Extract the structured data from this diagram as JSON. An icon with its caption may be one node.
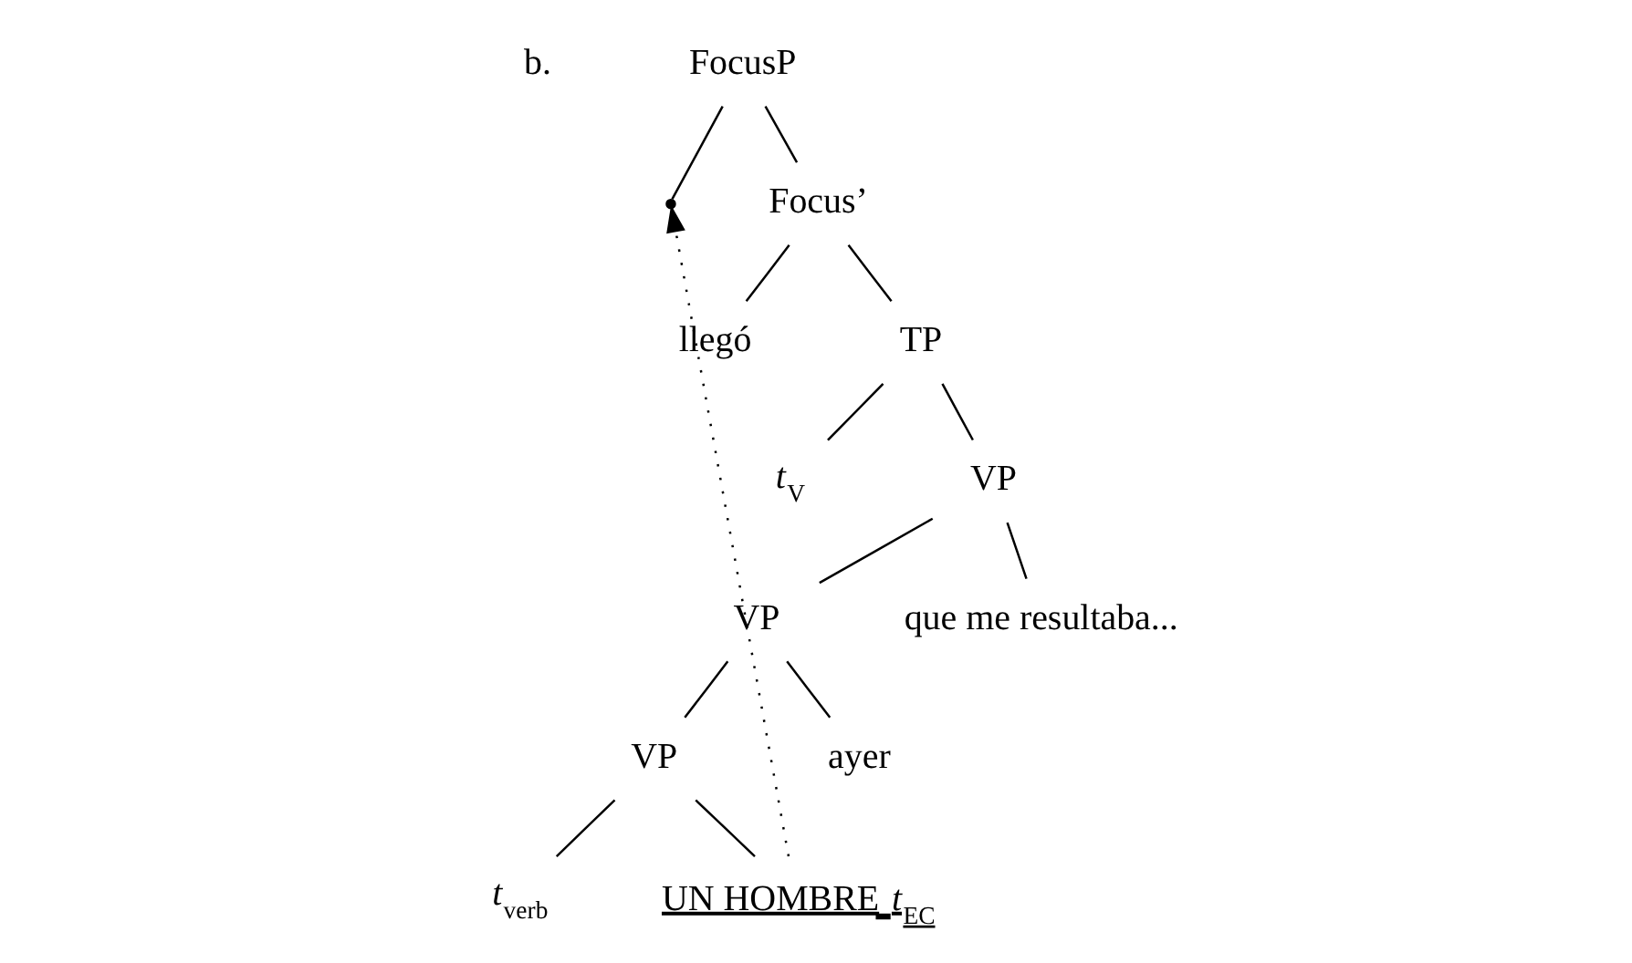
{
  "diagram": {
    "nodes": [
      {
        "text": [
          "FocusP"
        ]
      },
      {
        "text": [],
        "shape": "point"
      },
      {
        "text": [
          "Focus’"
        ]
      },
      {
        "text": [
          "llegó"
        ]
      },
      {
        "text": [
          "TP"
        ]
      },
      {
        "text": [
          "*t*$_{V}$"
        ]
      },
      {
        "text": [
          "VP"
        ]
      },
      {
        "text": [
          "VP"
        ]
      },
      {
        "text": [
          "que me resultaba..."
        ]
      },
      {
        "text": [
          "VP"
        ]
      },
      {
        "text": [
          "ayer"
        ]
      },
      {
        "text": [
          "*t*$_{verb}$"
        ]
      },
      {
        "text": [
          "UN HOMBRE *t*$_{EC}$"
        ]
      }
    ],
    "edges": [
      {
        "from": 0,
        "to": 1,
        "arrow": "none"
      },
      {
        "from": 0,
        "to": 2,
        "arrow": "none"
      },
      {
        "from": 2,
        "to": 3,
        "arrow": "none"
      },
      {
        "from": 2,
        "to": 4,
        "arrow": "none"
      },
      {
        "from": 4,
        "to": 5,
        "arrow": "none"
      },
      {
        "from": 4,
        "to": 6,
        "arrow": "none"
      },
      {
        "from": 6,
        "to": 7,
        "arrow": "none"
      },
      {
        "from": 6,
        "to": 8,
        "arrow": "none"
      },
      {
        "from": 7,
        "to": 9,
        "arrow": "none"
      },
      {
        "from": 7,
        "to": 10,
        "arrow": "none"
      },
      {
        "from": 9,
        "to": 11,
        "arrow": "none"
      },
      {
        "from": 9,
        "to": 12,
        "arrow": "none"
      },
      {
        "from": 12,
        "to": 1,
        "arrow": "to",
        "style": "dashed"
      }
    ],
    "labels": [
      "b."
    ]
  }
}
